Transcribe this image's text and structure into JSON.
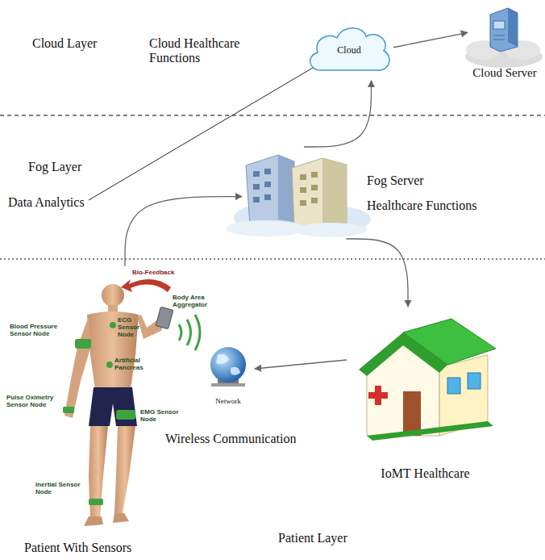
{
  "diagram": {
    "nodes": [
      {
        "text": [
          "Cloud"
        ]
      },
      {
        "text": [
          "Cloud Server"
        ]
      },
      {
        "text": [
          "Fog Server",
          "Healthcare Functions"
        ]
      },
      {
        "text": [
          "Patient With Sensors"
        ]
      },
      {
        "text": [
          "Network"
        ]
      },
      {
        "text": [
          "IoMT Healthcare"
        ]
      }
    ],
    "edges": [
      {
        "from": 0,
        "to": 1,
        "arrow": "to"
      },
      {
        "from": 2,
        "to": 0,
        "arrow": "to"
      },
      {
        "from": 3,
        "to": 2,
        "arrow": "to"
      },
      {
        "from": 2,
        "to": 5,
        "arrow": "to"
      },
      {
        "from": 5,
        "to": 4,
        "arrow": "to"
      }
    ],
    "labels": [
      "Cloud Layer",
      "Cloud Healthcare Functions",
      "Fog Layer",
      "Data Analytics",
      "Wireless Communication",
      "Patient Layer",
      "ECG Sensor Node",
      "Blood Pressure Sensor Node",
      "Artificial Pancreas",
      "Pulse Oximetry Sensor Node",
      "EMG Sensor Node",
      "Inertial Sensor Node",
      "Body Area Aggregator",
      "Bio-Feedback"
    ]
  }
}
